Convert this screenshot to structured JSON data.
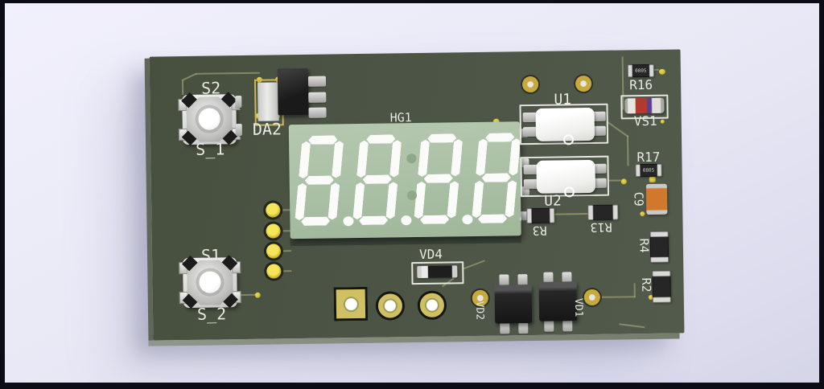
{
  "scene": {
    "type": "pcb-3d-render",
    "background_color": "#e9e9f7",
    "frame_color": "#0c0c16",
    "board_color": "#4c5447",
    "silkscreen_color": "#eaede4",
    "display_face_color": "#abc0a5",
    "segment_color": "#fbfcf9",
    "gold_pad_color": "#c8a93c",
    "capacitor_color": "#d2782a",
    "diode_band_colors": [
      "#b23a2c",
      "#5c4090"
    ]
  },
  "components": {
    "s2_switch": {
      "ref": "S2",
      "pad_label": "S_1"
    },
    "s1_switch": {
      "ref": "S1",
      "pad_label": "S_2"
    },
    "da2_regulator": {
      "ref": "DA2"
    },
    "hg1_display": {
      "ref": "HG1"
    },
    "u1_optocoupler": {
      "ref": "U1"
    },
    "u2_optocoupler": {
      "ref": "U2"
    },
    "r16_resistor": {
      "ref": "R16",
      "marking": "0805"
    },
    "r17_resistor": {
      "ref": "R17",
      "marking": "0805"
    },
    "vs1_diode": {
      "ref": "VS1"
    },
    "c9_capacitor": {
      "ref": "C9"
    },
    "r4_resistor": {
      "ref": "R4"
    },
    "r2_resistor": {
      "ref": "R2"
    },
    "r3_resistor": {
      "ref": "R3"
    },
    "r13_resistor": {
      "ref": "R13"
    },
    "vd4_diode": {
      "ref": "VD4"
    },
    "vd1_transistor": {
      "ref": "VD1"
    },
    "vd2_transistor": {
      "ref": "VD2"
    }
  },
  "display": {
    "digit_count": 4,
    "digits": [
      "8",
      "8",
      "8",
      "8"
    ],
    "has_colon": true,
    "decimal_points": true
  }
}
